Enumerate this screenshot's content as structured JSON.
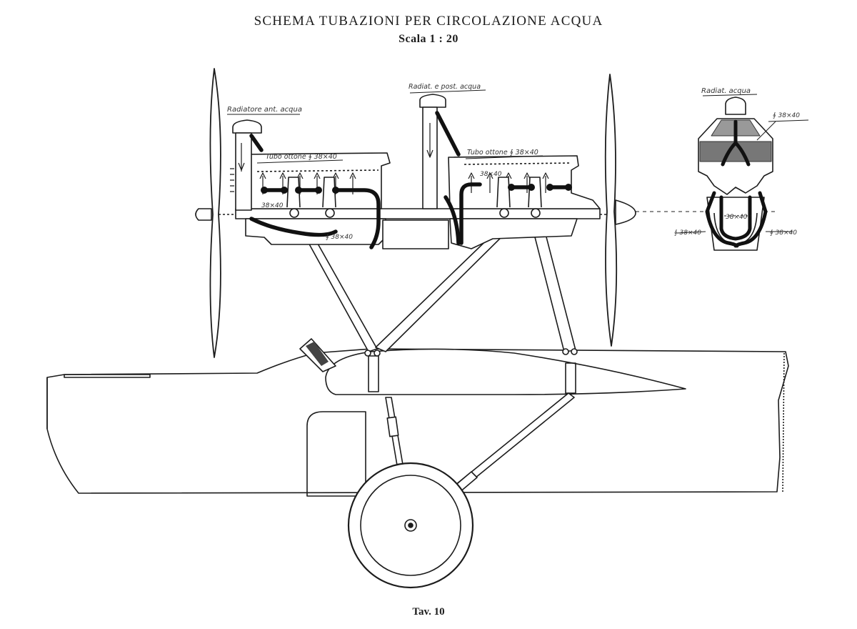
{
  "header": {
    "title": "SCHEMA TUBAZIONI PER CIRCOLAZIONE ACQUA",
    "scale": "Scala 1 : 20"
  },
  "footer": {
    "plate": "Tav. 10"
  },
  "labels": {
    "radiator_left": "Radiatore ant. acqua",
    "radiator_center": "Radiat. e post. acqua",
    "radiator_section": "Radiat. acqua",
    "tube_left": "Tubo ottone ∮ 38×40",
    "tube_right": "Tubo ottone ∮ 38×40",
    "dim_left_small": "38×40",
    "dim_left_bottom": "∮ 38×40",
    "dim_right_small": "38×40",
    "dim_section_top": "∮ 38×40",
    "dim_section_mid": "38×40",
    "dim_section_left": "∮ 38×40",
    "dim_section_right": "∮ 38×40"
  },
  "colors": {
    "ink": "#1c1c1c",
    "pipe": "#111111",
    "paper": "#ffffff"
  }
}
